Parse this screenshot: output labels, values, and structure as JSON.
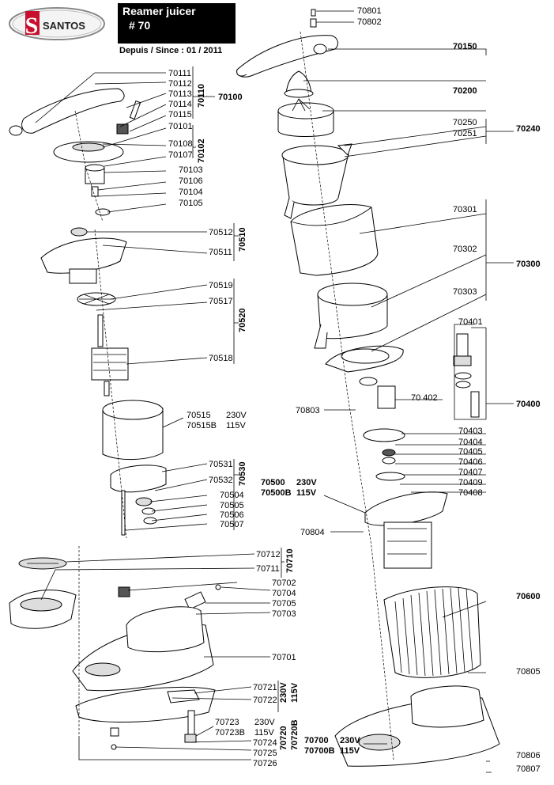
{
  "header": {
    "brand": "SANTOS",
    "title": "Reamer juicer",
    "model": "# 70",
    "since": "Depuis / Since : 01 / 2011"
  },
  "parts": {
    "p70801": "70801",
    "p70802": "70802",
    "p70150": "70150",
    "p70200": "70200",
    "p70250": "70250",
    "p70251": "70251",
    "p70240": "70240",
    "p70301": "70301",
    "p70302": "70302",
    "p70303": "70303",
    "p70300": "70300",
    "p70401": "70401",
    "p70402": "70 402",
    "p70400": "70400",
    "p70803": "70803",
    "p70403": "70403",
    "p70404": "70404",
    "p70405": "70405",
    "p70406": "70406",
    "p70407": "70407",
    "p70409": "70409",
    "p70408": "70408",
    "p70500": "70500",
    "p70500v": "230V",
    "p70500B": "70500B",
    "p70500Bv": "115V",
    "p70804": "70804",
    "p70600": "70600",
    "p70805": "70805",
    "p70806": "70806",
    "p70807": "70807",
    "p70111": "70111",
    "p70112": "70112",
    "p70113": "70113",
    "p70114": "70114",
    "p70115": "70115",
    "p70110": "70110",
    "p70100": "70100",
    "p70101": "70101",
    "p70108": "70108",
    "p70107": "70107",
    "p70102": "70102",
    "p70103": "70103",
    "p70106": "70106",
    "p70104": "70104",
    "p70105": "70105",
    "p70512": "70512",
    "p70511": "70511",
    "p70510": "70510",
    "p70519": "70519",
    "p70517": "70517",
    "p70518": "70518",
    "p70520": "70520",
    "p70515": "70515",
    "p70515v": "230V",
    "p70515B": "70515B",
    "p70515Bv": "115V",
    "p70531": "70531",
    "p70532": "70532",
    "p70530": "70530",
    "p70504": "70504",
    "p70505": "70505",
    "p70506": "70506",
    "p70507": "70507",
    "p70712": "70712",
    "p70711": "70711",
    "p70710": "70710",
    "p70702": "70702",
    "p70704": "70704",
    "p70705": "70705",
    "p70703": "70703",
    "p70701": "70701",
    "p70721": "70721",
    "p70722": "70722",
    "p70720": "70720",
    "p70720v": "230V",
    "p70720B": "70720B",
    "p70720Bv": "115V",
    "p70723": "70723",
    "p70723v": "230V",
    "p70723B": "70723B",
    "p70723Bv": "115V",
    "p70724": "70724",
    "p70725": "70725",
    "p70726": "70726",
    "p70700": "70700",
    "p70700v": "230V",
    "p70700B": "70700B",
    "p70700Bv": "115V"
  }
}
